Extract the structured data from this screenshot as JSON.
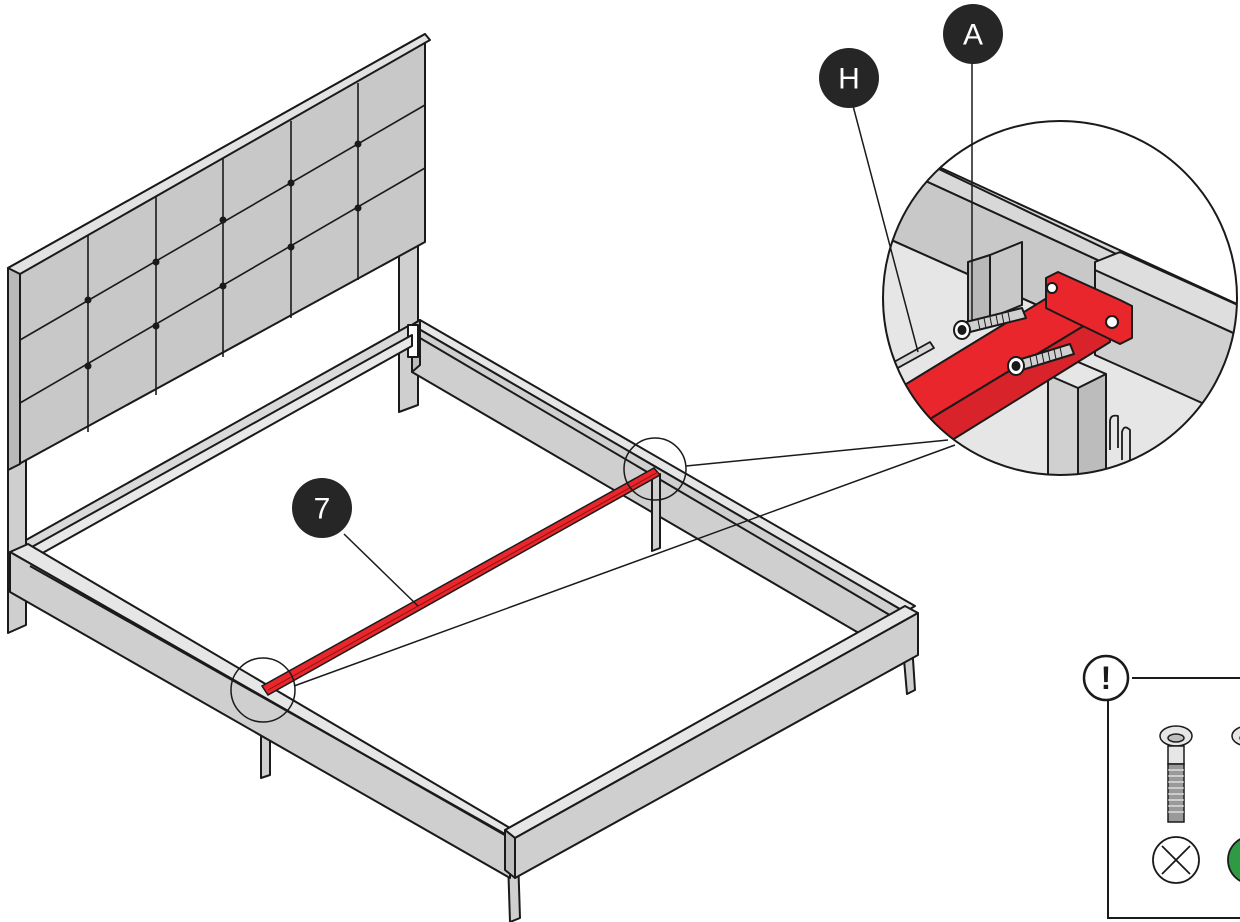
{
  "callouts": {
    "part_7": "7",
    "part_A": "A",
    "part_H": "H"
  },
  "warning": {
    "symbol": "!",
    "wrong_icon": "cross-circle-icon",
    "right_icon": "check-circle-icon"
  },
  "colors": {
    "highlight_red": "#e8262b",
    "frame_fill": "#cfcfcf",
    "panel_fill": "#c8c8c8",
    "outline": "#1a1a1a",
    "callout_fill": "#262626",
    "check_green": "#2f9a44"
  }
}
